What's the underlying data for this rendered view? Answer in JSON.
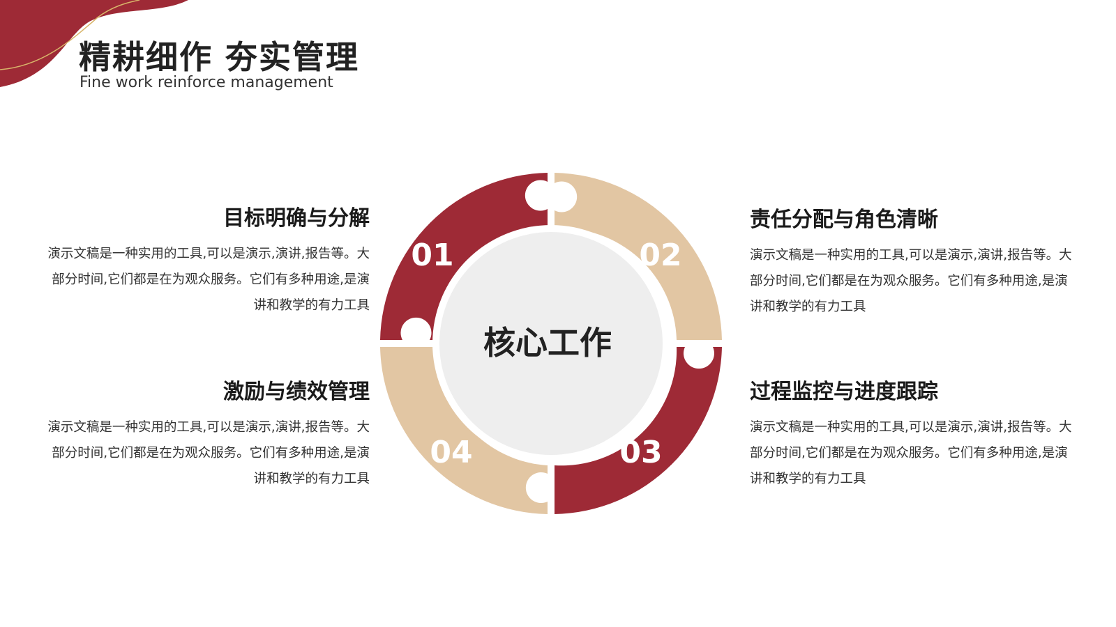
{
  "header": {
    "title": "精耕细作 夯实管理",
    "subtitle": "Fine work reinforce management"
  },
  "diagram": {
    "center_label": "核心工作",
    "segments": [
      {
        "number": "01",
        "color": "#9e2a36"
      },
      {
        "number": "02",
        "color": "#e2c6a3"
      },
      {
        "number": "03",
        "color": "#9e2a36"
      },
      {
        "number": "04",
        "color": "#e2c6a3"
      }
    ],
    "center_fill": "#eeeeee"
  },
  "items": [
    {
      "title": "目标明确与分解",
      "body": "演示文稿是一种实用的工具,可以是演示,演讲,报告等。大部分时间,它们都是在为观众服务。它们有多种用途,是演讲和教学的有力工具"
    },
    {
      "title": "责任分配与角色清晰",
      "body": "演示文稿是一种实用的工具,可以是演示,演讲,报告等。大部分时间,它们都是在为观众服务。它们有多种用途,是演讲和教学的有力工具"
    },
    {
      "title": "激励与绩效管理",
      "body": "演示文稿是一种实用的工具,可以是演示,演讲,报告等。大部分时间,它们都是在为观众服务。它们有多种用途,是演讲和教学的有力工具"
    },
    {
      "title": "过程监控与进度跟踪",
      "body": "演示文稿是一种实用的工具,可以是演示,演讲,报告等。大部分时间,它们都是在为观众服务。它们有多种用途,是演讲和教学的有力工具"
    }
  ],
  "colors": {
    "accent_red": "#9e2a36",
    "accent_tan": "#e2c6a3",
    "gold_line": "#d8b56a"
  }
}
